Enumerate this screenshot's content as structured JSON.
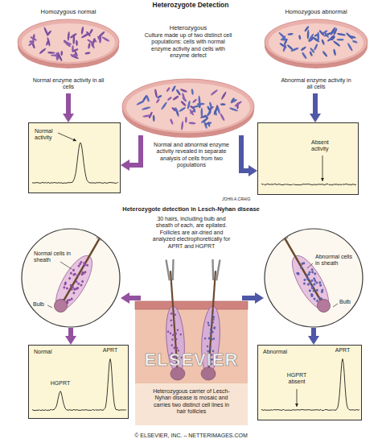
{
  "diagram": {
    "title": "Heterozygote Detection",
    "nodes": [
      {
        "text": [
          "Homozygous normal",
          "Normal enzyme activity in all cells"
        ]
      },
      {
        "text": [
          "Heterozygous",
          "Culture made up of two distinct cell populations: cells with normal enzyme activity and cells with enzyme defect"
        ]
      },
      {
        "text": [
          "Homozygous abnormal",
          "Abnormal enzyme activity in all cells"
        ]
      },
      {
        "text": [
          "Normal activity"
        ]
      },
      {
        "text": [
          "Absent activity"
        ]
      },
      {
        "text": [
          "Normal cells in sheath",
          "Bulb"
        ]
      },
      {
        "text": [
          "Abnormal cells in sheath",
          "Bulb"
        ]
      },
      {
        "text": [
          "Heterozygous carrier of Lesch-Nyhan disease is mosaic and carries two distinct cell lines in hair follicles"
        ]
      },
      {
        "text": [
          "Normal",
          "APRT",
          "HGPRT"
        ]
      },
      {
        "text": [
          "Abnormal",
          "APRT",
          "HGPRT absent"
        ]
      }
    ],
    "edges": [
      {
        "from": 0,
        "to": 3,
        "arrow": "to"
      },
      {
        "from": 1,
        "to": 3,
        "arrow": "to"
      },
      {
        "from": 1,
        "to": 4,
        "arrow": "to"
      },
      {
        "from": 2,
        "to": 4,
        "arrow": "to"
      },
      {
        "from": 7,
        "to": 5,
        "arrow": "to"
      },
      {
        "from": 7,
        "to": 6,
        "arrow": "to"
      },
      {
        "from": 5,
        "to": 8,
        "arrow": "to"
      },
      {
        "from": 6,
        "to": 9,
        "arrow": "to"
      }
    ],
    "labels": [
      "Normal and abnormal enzyme activity revealed in separate analysis of cells from two populations",
      "Heterozygote detection in Lesch-Nyhan disease",
      "30 hairs, including bulb and sheath of each, are epilated. Follicles are air-dried and analyzed electrophoretically for APRT and HGPRT",
      "JOHN A.CRAIG",
      "ELSEVIER",
      "© ELSEVIER, INC. – NETTERIMAGES.COM"
    ]
  }
}
